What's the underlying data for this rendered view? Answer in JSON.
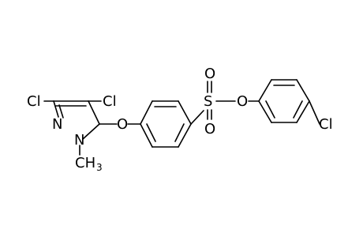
{
  "molecule": {
    "atoms": {
      "cl_left": "Cl",
      "cl_top": "Cl",
      "n2": "N",
      "n1": "N",
      "methyl_c": "CH",
      "methyl_sub": "3",
      "o_ether": "O",
      "s": "S",
      "o_sulfonyl_top": "O",
      "o_sulfonyl_bottom": "O",
      "o_ester": "O",
      "cl_right": "Cl"
    }
  }
}
